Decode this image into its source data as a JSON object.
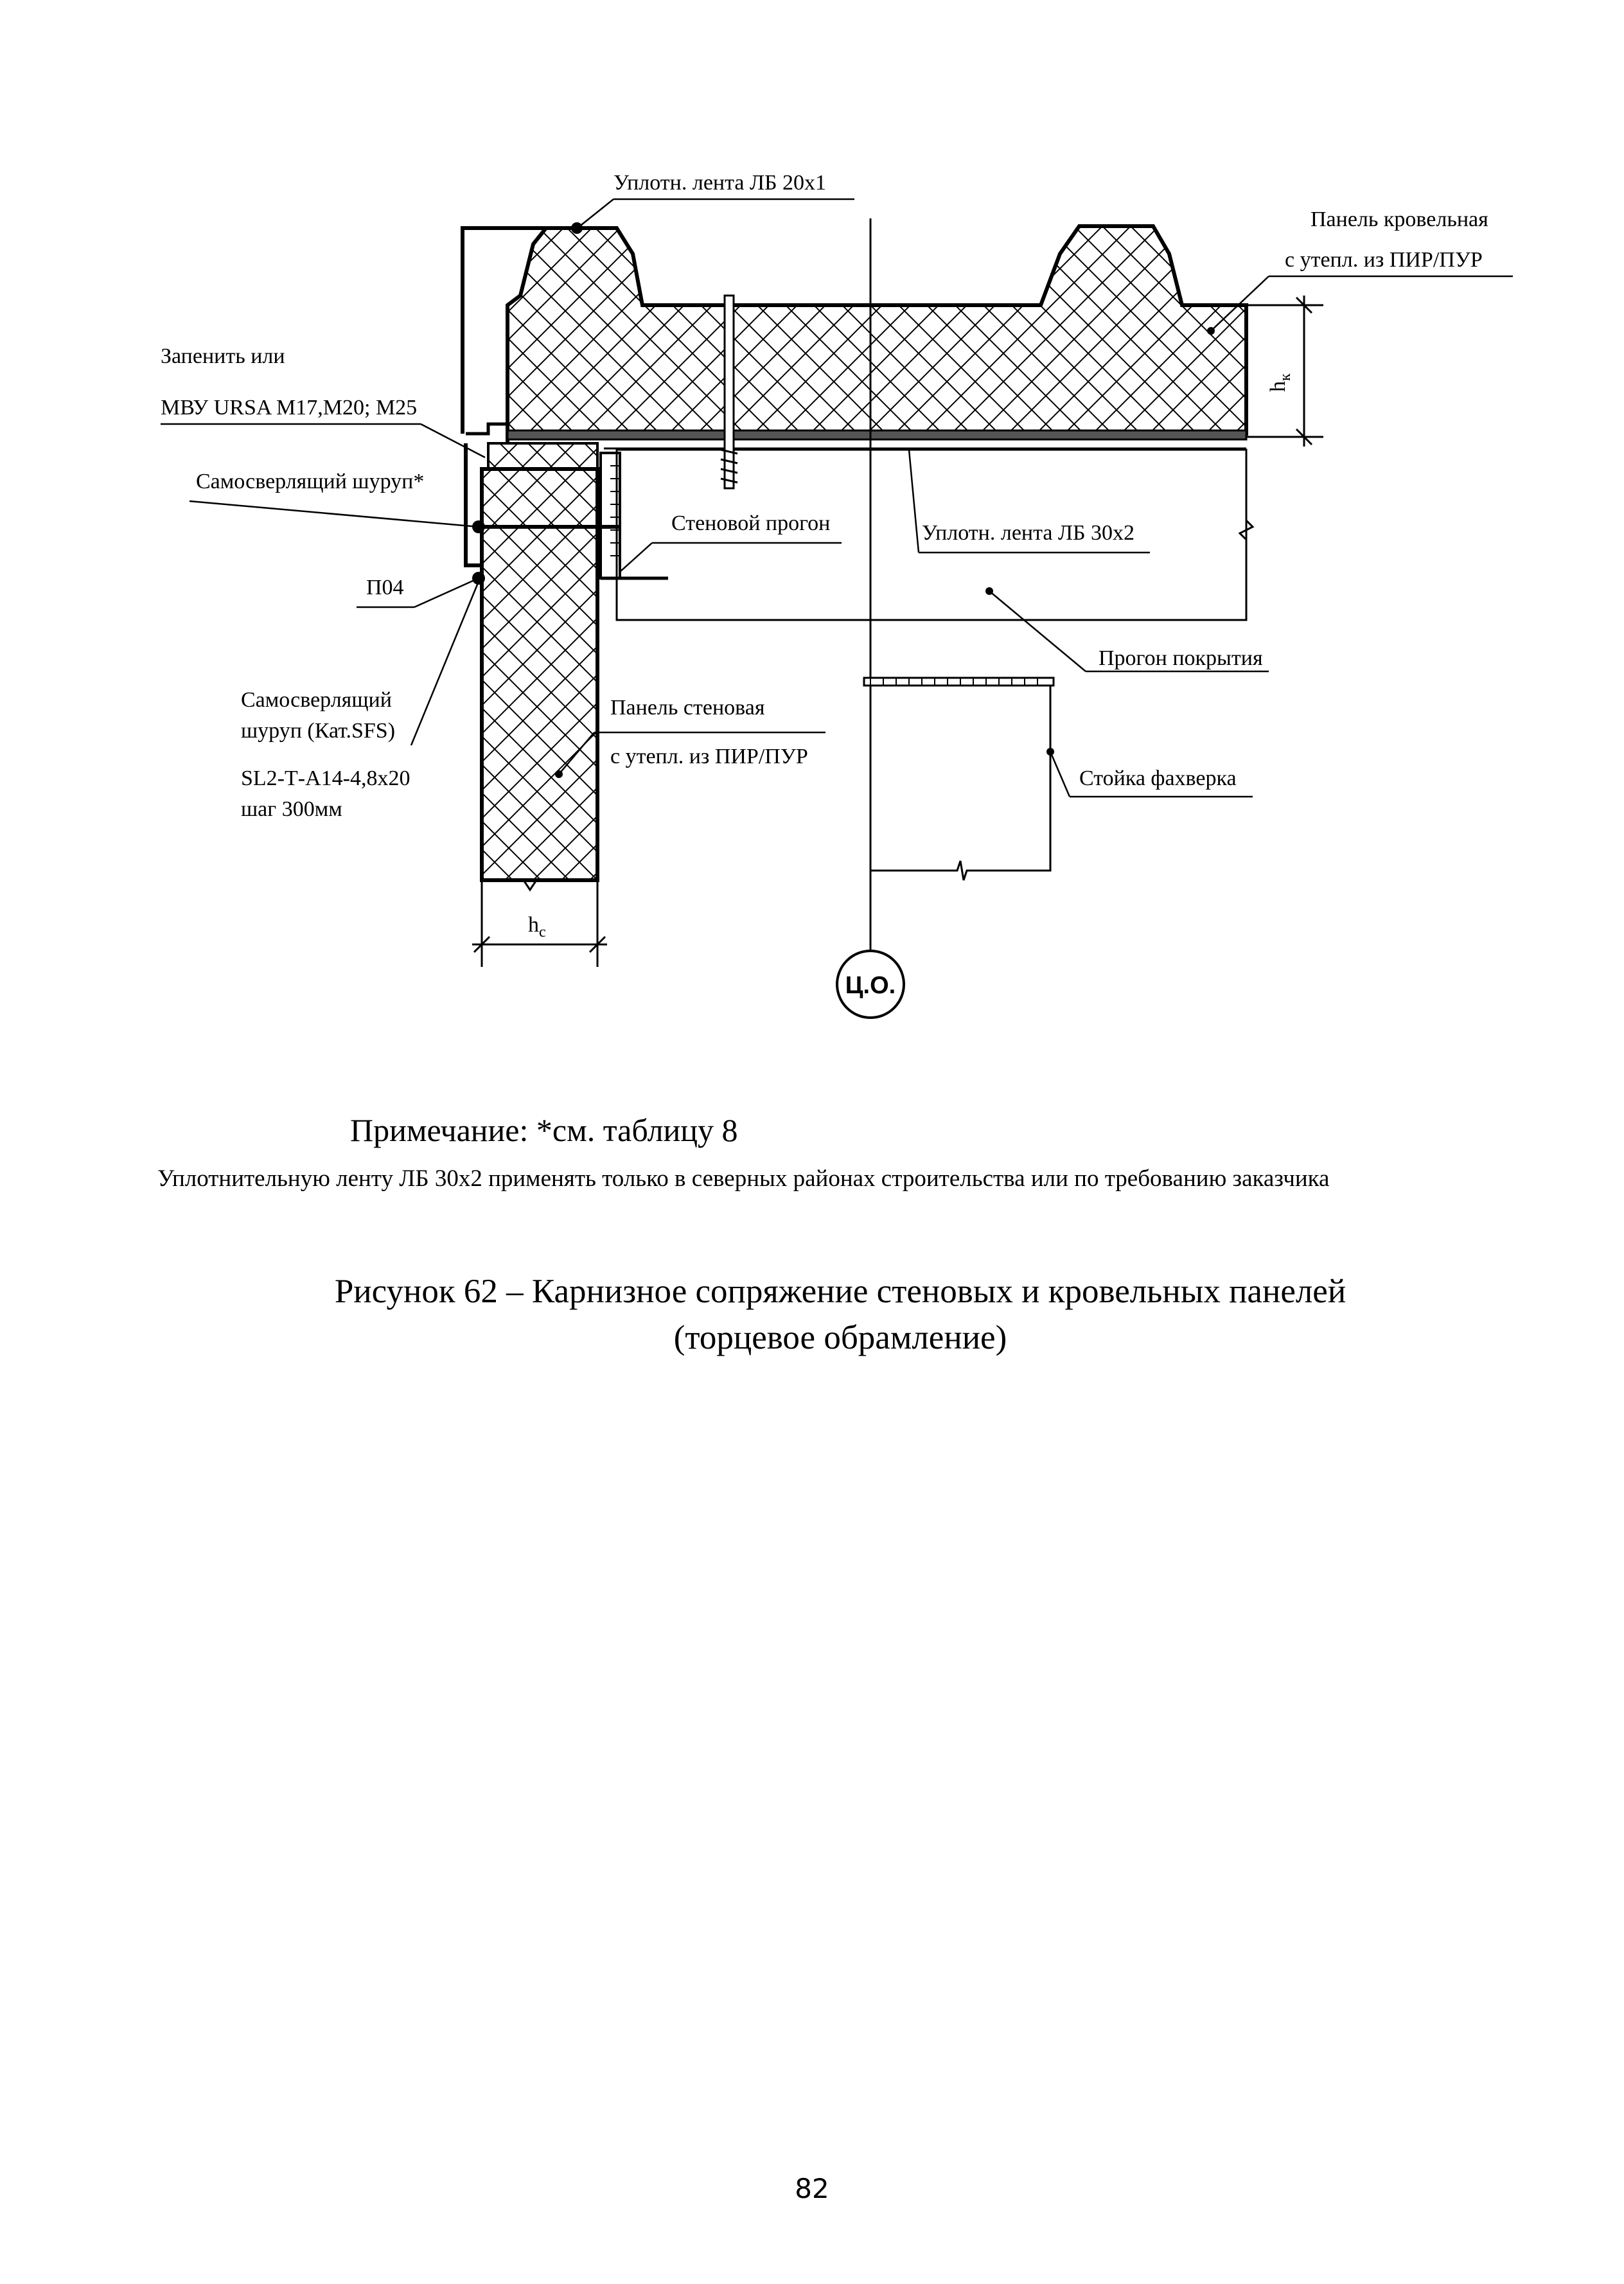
{
  "drawing": {
    "labels": {
      "seal_tape_top": "Уплотн. лента ЛБ 20х1",
      "roof_panel_1": "Панель кровельная",
      "roof_panel_2": "с утепл. из ПИР/ПУР",
      "fill_1": "Запенить или",
      "fill_2": "МВУ URSA М17,М20; М25",
      "screw_1": "Самосверлящий шуруп*",
      "wall_girt": "Стеновой прогон",
      "seal_tape_bottom": "Уплотн. лента ЛБ 30х2",
      "p04": "П04",
      "roof_purlin": "Прогон покрытия",
      "screw_2_1": "Самосверлящий",
      "screw_2_2": "шуруп (Кат.SFS)",
      "screw_2_3": "SL2-Т-А14-4,8х20",
      "screw_2_4": "шаг 300мм",
      "wall_panel_1": "Панель стеновая",
      "wall_panel_2": "с утепл. из ПИР/ПУР",
      "column": "Стойка фахверка",
      "dim_hk": "h",
      "dim_hk_sub": "к",
      "dim_hc": "h",
      "dim_hc_sub": "с",
      "axis": "Ц.О."
    }
  },
  "note": {
    "heading": "Примечание: *см. таблицу 8",
    "text": "Уплотнительную ленту ЛБ 30х2 применять только в северных районах строительства или по требованию заказчика"
  },
  "caption": {
    "line1": "Рисунок 62 – Карнизное сопряжение стеновых и кровельных панелей",
    "line2": "(торцевое обрамление)"
  },
  "page_number": "82"
}
